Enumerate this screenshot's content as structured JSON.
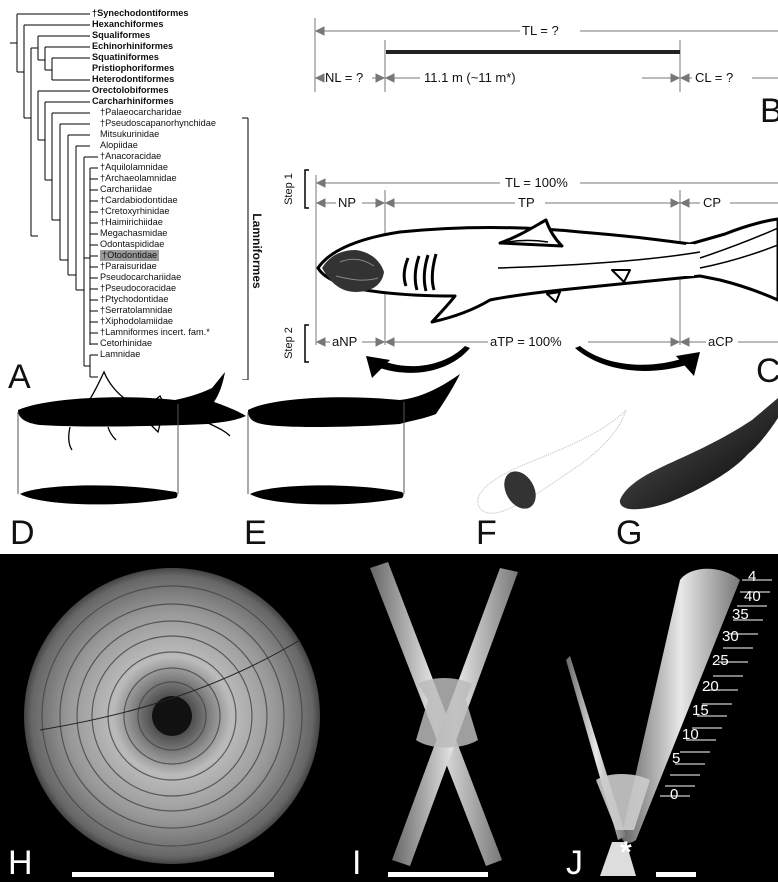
{
  "panel_letters": {
    "A": "A",
    "B": "B",
    "C": "C",
    "D": "D",
    "E": "E",
    "F": "F",
    "G": "G",
    "H": "H",
    "I": "I",
    "J": "J"
  },
  "tree": {
    "taxa": [
      {
        "name": "†Synechodontiformes",
        "bold": true
      },
      {
        "name": "Hexanchiformes",
        "bold": true
      },
      {
        "name": "Squaliformes",
        "bold": true
      },
      {
        "name": "Echinorhiniformes",
        "bold": true
      },
      {
        "name": "Squatiniformes",
        "bold": true
      },
      {
        "name": "Pristiophoriformes",
        "bold": true
      },
      {
        "name": "Heterodontiformes",
        "bold": true
      },
      {
        "name": "Orectolobiformes",
        "bold": true
      },
      {
        "name": "Carcharhiniformes",
        "bold": true
      },
      {
        "name": "†Palaeocarcharidae",
        "bold": false
      },
      {
        "name": "†Pseudoscapanorhynchidae",
        "bold": false
      },
      {
        "name": "Mitsukurinidae",
        "bold": false
      },
      {
        "name": "Alopiidae",
        "bold": false
      },
      {
        "name": "†Anacoracidae",
        "bold": false
      },
      {
        "name": "†Aquilolamnidae",
        "bold": false
      },
      {
        "name": "†Archaeolamnidae",
        "bold": false
      },
      {
        "name": "Carchariidae",
        "bold": false
      },
      {
        "name": "†Cardabiodontidae",
        "bold": false
      },
      {
        "name": "†Cretoxyrhinidae",
        "bold": false
      },
      {
        "name": "†Haimirichiidae",
        "bold": false
      },
      {
        "name": "Megachasmidae",
        "bold": false
      },
      {
        "name": "Odontaspididae",
        "bold": false
      },
      {
        "name": "†Otodontidae",
        "bold": false,
        "highlight": true
      },
      {
        "name": "†Paraisuridae",
        "bold": false
      },
      {
        "name": "Pseudocarchariidae",
        "bold": false
      },
      {
        "name": "†Pseudocoracidae",
        "bold": false
      },
      {
        "name": "†Ptychodontidae",
        "bold": false
      },
      {
        "name": "†Serratolamnidae",
        "bold": false
      },
      {
        "name": "†Xiphodolamiidae",
        "bold": false
      },
      {
        "name": "†Lamniformes incert. fam.*",
        "bold": false
      },
      {
        "name": "Cetorhinidae",
        "bold": false
      },
      {
        "name": "Lamnidae",
        "bold": false
      }
    ],
    "group_label": "Lamniformes",
    "highlight_color": "#9a9a9a"
  },
  "panel_b": {
    "tl": "TL = ?",
    "nl": "NL = ?",
    "measured": "11.1 m (~11 m*)",
    "cl": "CL = ?"
  },
  "panel_c": {
    "tl": "TL = 100%",
    "np": "NP",
    "tp": "TP",
    "cp": "CP",
    "step1": "Step 1",
    "step2": "Step 2",
    "anp": "aNP",
    "atp": "aTP = 100%",
    "acp": "aCP"
  },
  "panel_j": {
    "scale": [
      "4",
      "40",
      "35",
      "30",
      "25",
      "20",
      "15",
      "10",
      "5",
      "0"
    ],
    "asterisk": "*"
  }
}
